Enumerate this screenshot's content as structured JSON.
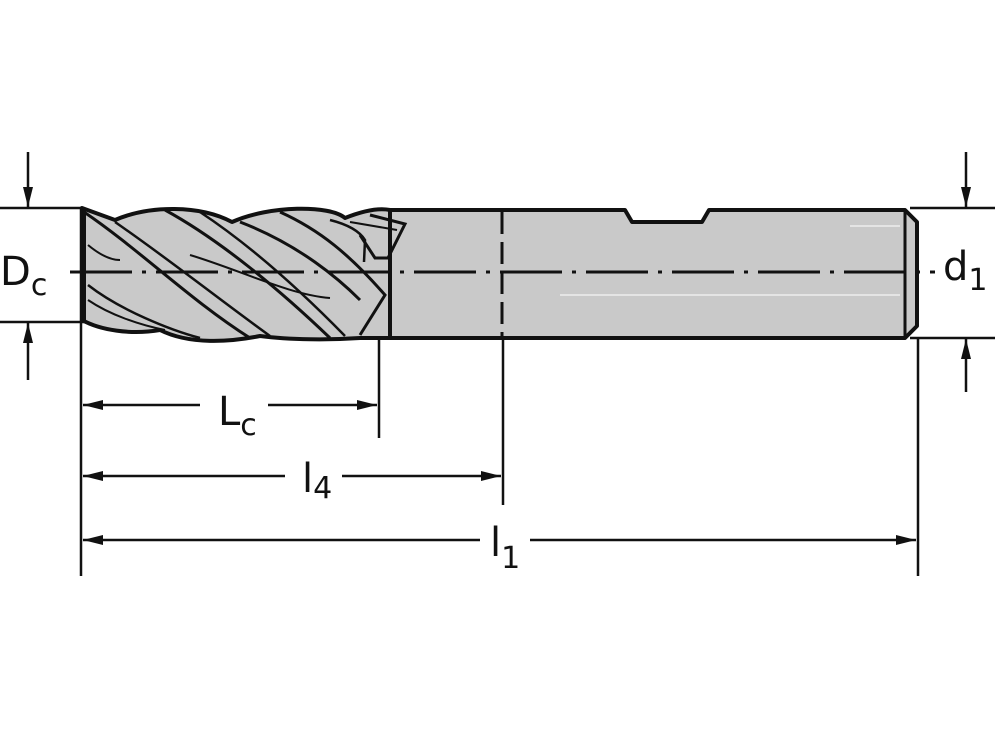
{
  "title": "End mill dimension drawing",
  "colors": {
    "body_fill": "#c9c9c9",
    "outline": "#111111",
    "background": "#ffffff"
  },
  "labels": {
    "cutting_diameter": {
      "main": "D",
      "sub": "c"
    },
    "shank_diameter": {
      "main": "d",
      "sub": "1"
    },
    "cutting_length": {
      "main": "L",
      "sub": "c"
    },
    "usable_length": {
      "main": "l",
      "sub": "4"
    },
    "overall_length": {
      "main": "l",
      "sub": "1"
    }
  },
  "features": {
    "flutes": "4-flute helical cutting section",
    "shank": "cylindrical shank with flat",
    "centerline": "dash-dot axis"
  }
}
